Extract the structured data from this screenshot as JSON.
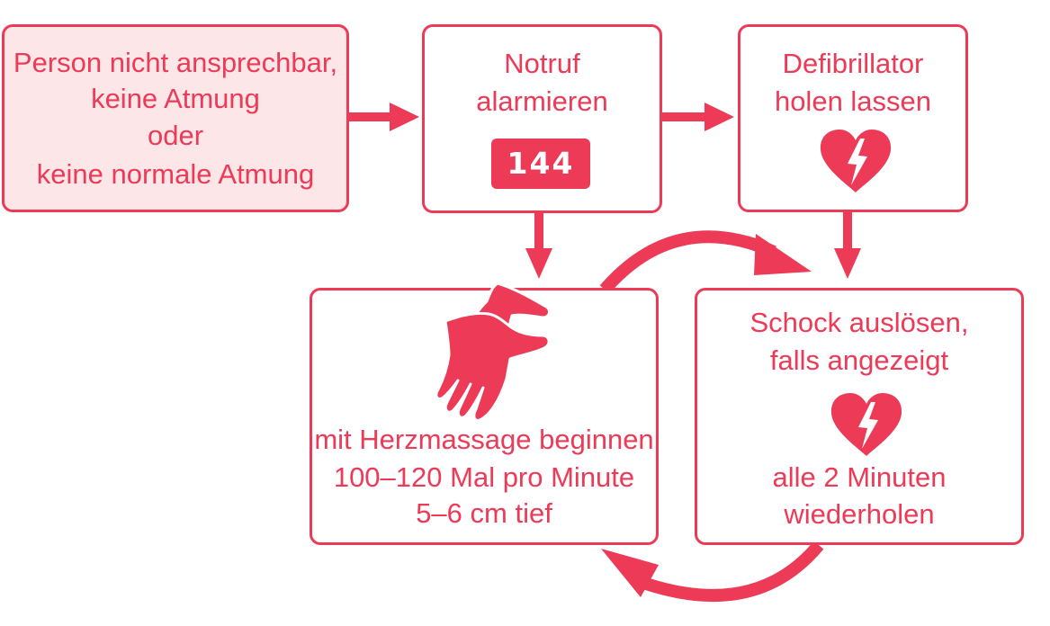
{
  "colors": {
    "accent": "#ec3a57",
    "start_fill": "#fde6e7",
    "box_fill": "#ffffff"
  },
  "steps": {
    "start": {
      "lines": [
        "Person nicht ansprechbar,",
        "keine Atmung",
        "oder",
        "keine normale Atmung"
      ]
    },
    "alarm": {
      "lines": [
        "Notruf",
        "alarmieren"
      ],
      "number": "144"
    },
    "defibrillator": {
      "lines": [
        "Defibrillator",
        "holen lassen"
      ],
      "icon": "broken-heart-lightning-icon"
    },
    "massage": {
      "icon": "cpr-hands-icon",
      "lines": [
        "mit Herzmassage beginnen",
        "100–120 Mal pro Minute",
        "5–6 cm tief"
      ]
    },
    "shock": {
      "lines_top": [
        "Schock auslösen,",
        "falls angezeigt"
      ],
      "icon": "broken-heart-lightning-icon",
      "lines_bottom": [
        "alle 2 Minuten",
        "wiederholen"
      ]
    }
  },
  "connectors": [
    {
      "from": "start",
      "to": "alarm"
    },
    {
      "from": "alarm",
      "to": "defibrillator"
    },
    {
      "from": "alarm",
      "to": "massage"
    },
    {
      "from": "defibrillator",
      "to": "shock"
    },
    {
      "from": "massage",
      "to": "shock",
      "shape": "cycle-arc"
    },
    {
      "from": "shock",
      "to": "massage",
      "shape": "cycle-arc"
    }
  ]
}
